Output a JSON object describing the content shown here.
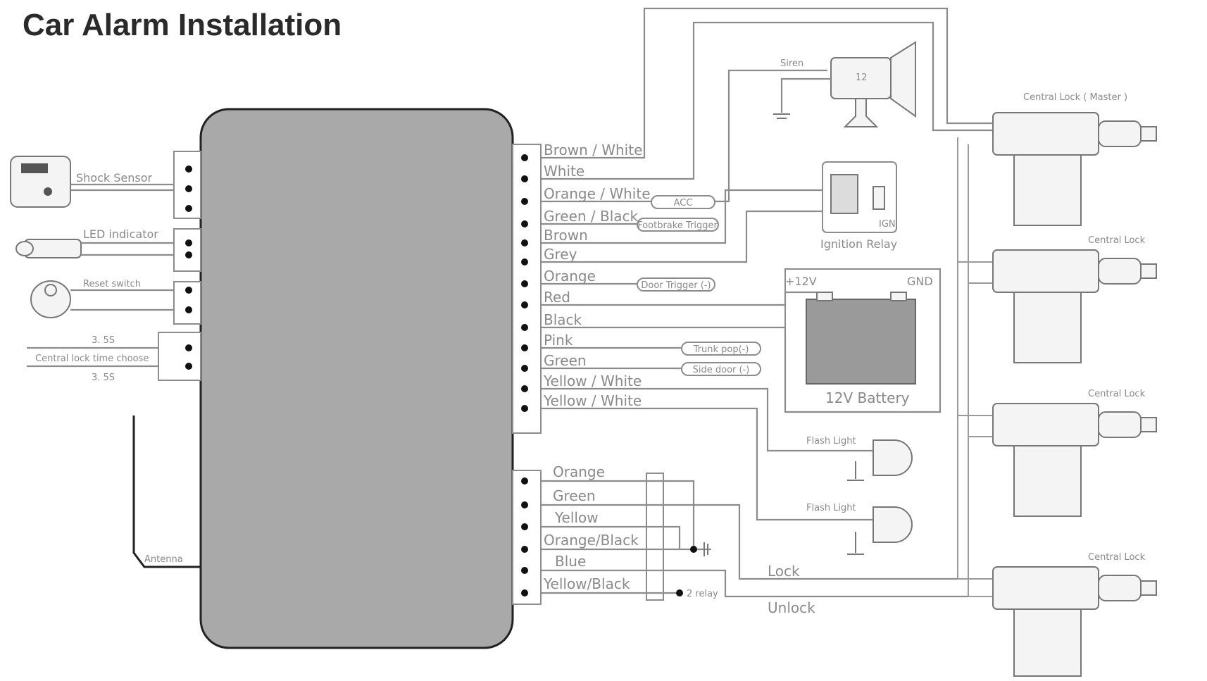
{
  "title": "Car Alarm Installation",
  "left_components": {
    "shock_sensor": "Shock Sensor",
    "led_indicator": "LED indicator",
    "reset_switch": "Reset switch",
    "central_lock_time_top": "3. 5S",
    "central_lock_time_choose": "Central lock time choose",
    "central_lock_time_bottom": "3. 5S",
    "antenna": "Antenna"
  },
  "upper_wires": [
    {
      "label": "Brown / White"
    },
    {
      "label": "White"
    },
    {
      "label": "Orange / White",
      "tag": "ACC"
    },
    {
      "label": "Green / Black",
      "tag": "Footbrake Trigger"
    },
    {
      "label": "Brown"
    },
    {
      "label": "Grey"
    },
    {
      "label": "Orange",
      "tag": "Door Trigger (-)"
    },
    {
      "label": "Red"
    },
    {
      "label": "Black"
    },
    {
      "label": "Pink",
      "tag": "Trunk pop(-)"
    },
    {
      "label": "Green",
      "tag": "Side door (-)"
    },
    {
      "label": "Yellow / White"
    },
    {
      "label": "Yellow / White"
    }
  ],
  "lower_wires": [
    {
      "label": "Orange"
    },
    {
      "label": "Green"
    },
    {
      "label": "Yellow"
    },
    {
      "label": "Orange/Black"
    },
    {
      "label": "Blue"
    },
    {
      "label": "Yellow/Black"
    }
  ],
  "right_components": {
    "siren": "Siren",
    "siren_tag": "12",
    "ignition_relay": "Ignition Relay",
    "relay_tag": "IGN",
    "battery": "12V Battery",
    "battery_pos": "+12V",
    "battery_neg": "GND",
    "flash_light_1": "Flash Light",
    "flash_light_2": "Flash Light",
    "relay_small": "2 relay",
    "lock": "Lock",
    "unlock": "Unlock",
    "central_lock_master": "Central Lock ( Master )",
    "central_lock_2": "Central Lock",
    "central_lock_3": "Central Lock",
    "central_lock_4": "Central Lock"
  }
}
